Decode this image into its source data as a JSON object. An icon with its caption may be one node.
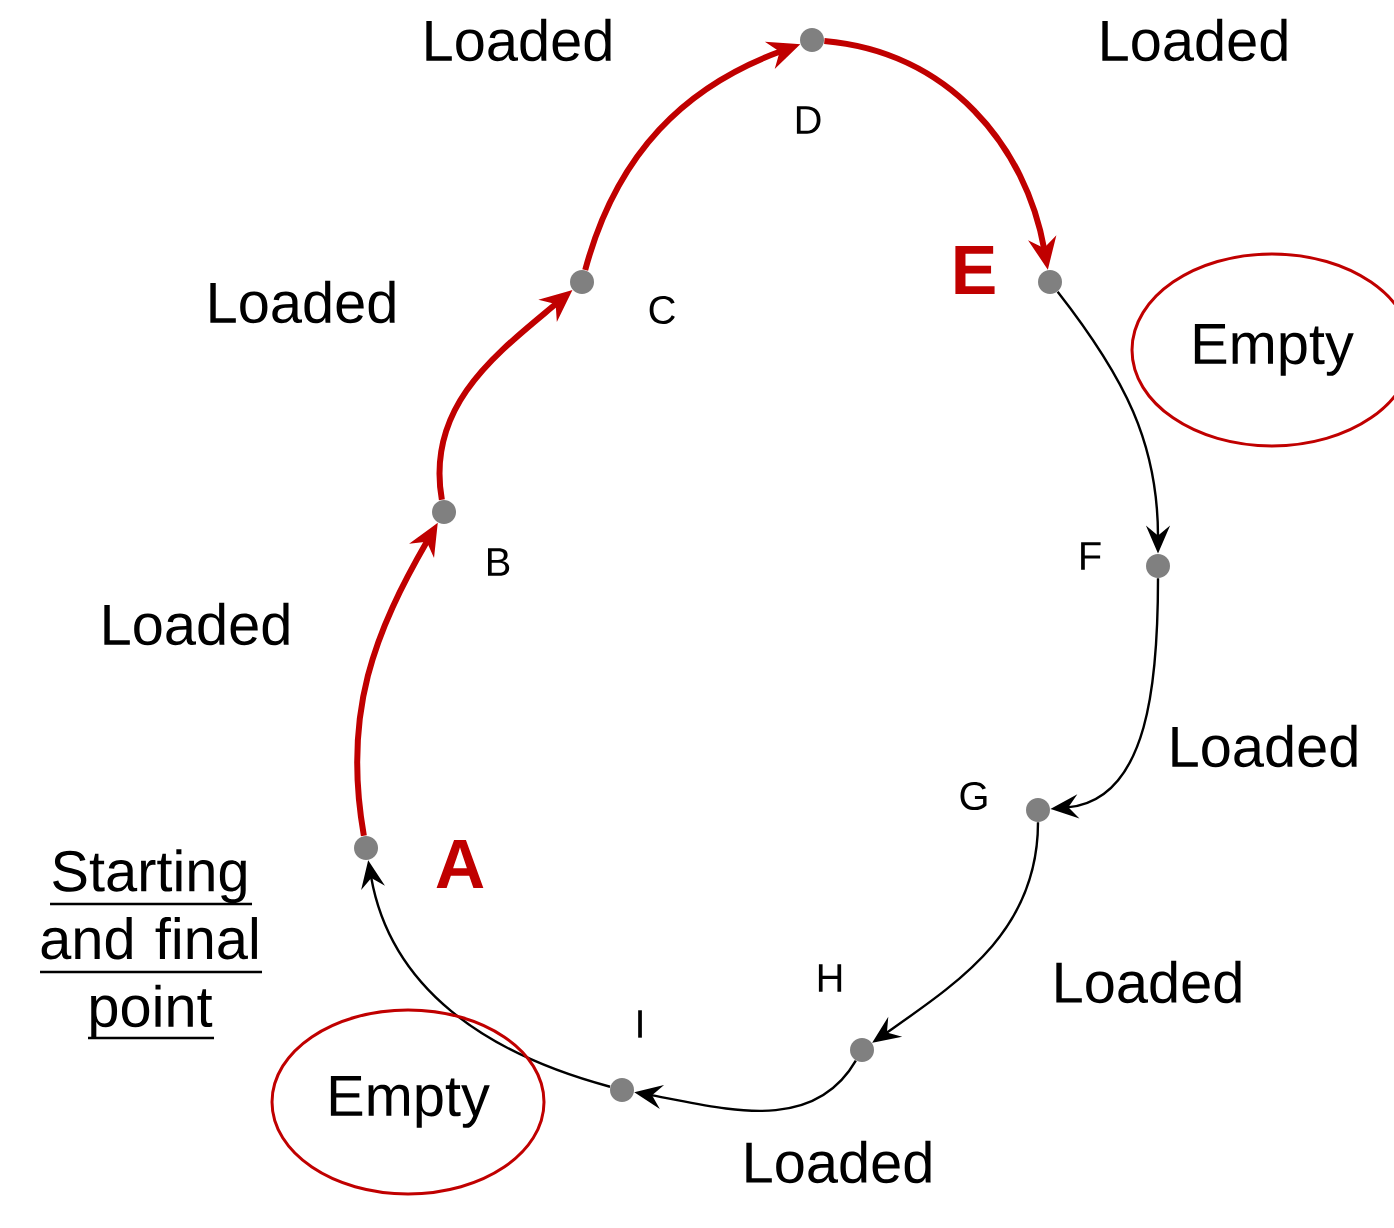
{
  "diagram": {
    "nodes": [
      {
        "text": [],
        "shape": "circle",
        "beside": [
          "A"
        ]
      },
      {
        "text": [],
        "shape": "circle",
        "beside": [
          "B"
        ]
      },
      {
        "text": [],
        "shape": "circle",
        "beside": [
          "C"
        ]
      },
      {
        "text": [],
        "shape": "circle",
        "beside": [
          "D"
        ]
      },
      {
        "text": [],
        "shape": "circle",
        "beside": [
          "E"
        ]
      },
      {
        "text": [],
        "shape": "circle",
        "beside": [
          "F"
        ]
      },
      {
        "text": [],
        "shape": "circle",
        "beside": [
          "G"
        ]
      },
      {
        "text": [],
        "shape": "circle",
        "beside": [
          "H"
        ]
      },
      {
        "text": [],
        "shape": "circle",
        "beside": [
          "I"
        ]
      }
    ],
    "edges": [
      {
        "from": 0,
        "to": 1,
        "arrow": "to",
        "label": "Loaded",
        "style": "thick",
        "color": "#c00000"
      },
      {
        "from": 1,
        "to": 2,
        "arrow": "to",
        "label": "Loaded",
        "style": "thick",
        "color": "#c00000"
      },
      {
        "from": 2,
        "to": 3,
        "arrow": "to",
        "label": "Loaded",
        "style": "thick",
        "color": "#c00000"
      },
      {
        "from": 3,
        "to": 4,
        "arrow": "to",
        "label": "Loaded",
        "style": "thick",
        "color": "#c00000"
      },
      {
        "from": 4,
        "to": 5,
        "arrow": "to",
        "label": "Empty"
      },
      {
        "from": 5,
        "to": 6,
        "arrow": "to",
        "label": "Loaded"
      },
      {
        "from": 6,
        "to": 7,
        "arrow": "to",
        "label": "Loaded"
      },
      {
        "from": 7,
        "to": 8,
        "arrow": "to",
        "label": "Loaded"
      },
      {
        "from": 8,
        "to": 0,
        "arrow": "to",
        "label": "Empty"
      }
    ],
    "labels": [
      "Starting and final point"
    ]
  }
}
